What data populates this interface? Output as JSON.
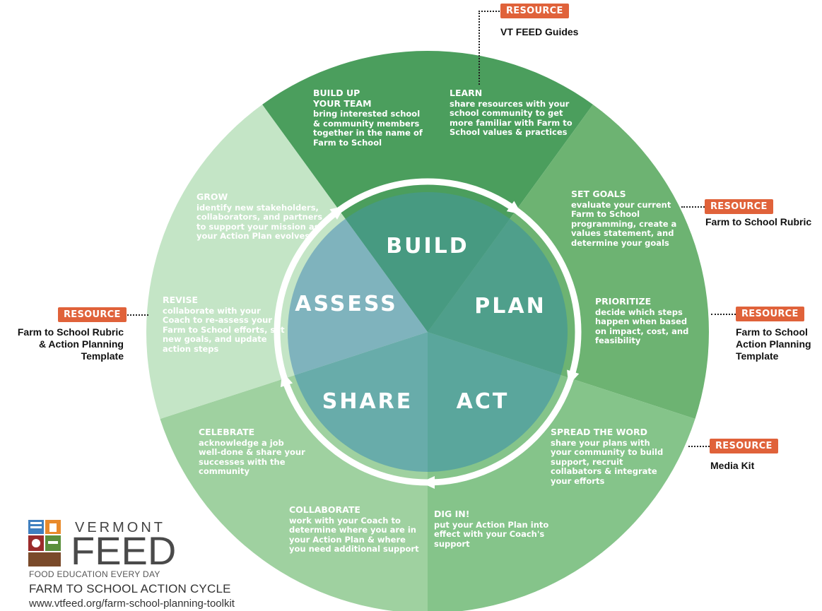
{
  "outer_segments": [
    {
      "heading": "BUILD UP\nYOUR TEAM",
      "body": "bring interested school\n& community members\ntogether in the name of\nFarm to School"
    },
    {
      "heading": "LEARN",
      "body": "share resources with your\nschool community to get\nmore familiar with Farm to\nSchool values & practices"
    },
    {
      "heading": "SET GOALS",
      "body": "evaluate your current\nFarm to School\nprogramming, create a\nvalues statement, and\ndetermine your goals"
    },
    {
      "heading": "PRIORITIZE",
      "body": "decide which steps\nhappen when based\non impact, cost, and\nfeasibility"
    },
    {
      "heading": "SPREAD THE WORD",
      "body": "share your plans with\nyour community to build\nsupport, recruit\ncollabators & integrate\nyour efforts"
    },
    {
      "heading": "DIG IN!",
      "body": "put your Action Plan into\neffect with your Coach's\nsupport"
    },
    {
      "heading": "COLLABORATE",
      "body": "work with your Coach to\ndetermine where you are in\nyour Action Plan & where\nyou need additional support"
    },
    {
      "heading": "CELEBRATE",
      "body": "acknowledge a job\nwell-done & share your\nsuccesses with the\ncommunity"
    },
    {
      "heading": "REVISE",
      "body": "collaborate with your\nCoach to re-assess your\nFarm to School efforts, set\nnew goals, and update\naction steps"
    },
    {
      "heading": "GROW",
      "body": "identify new stakeholders,\ncollaborators, and partners\nto support your mission as\nyour Action Plan evolves"
    }
  ],
  "inner_phases": [
    "BUILD",
    "PLAN",
    "ACT",
    "SHARE",
    "ASSESS"
  ],
  "resources": [
    {
      "badge": "RESOURCE",
      "label": "VT FEED Guides"
    },
    {
      "badge": "RESOURCE",
      "label": "Farm to School Rubric"
    },
    {
      "badge": "RESOURCE",
      "label": "Farm to School\nAction Planning\nTemplate"
    },
    {
      "badge": "RESOURCE",
      "label": "Media Kit"
    },
    {
      "badge": "RESOURCE",
      "label": "Farm to School Rubric\n& Action Planning\nTemplate"
    }
  ],
  "logo": {
    "top": "VERMONT",
    "main": "FEED",
    "tagline": "FOOD EDUCATION EVERY DAY"
  },
  "footer": {
    "title": "FARM TO SCHOOL ACTION CYCLE",
    "url": "www.vtfeed.org/farm-school-planning-toolkit"
  },
  "colors": {
    "outer_build": "#4b9e5d",
    "outer_plan": "#6db372",
    "outer_act": "#85c48a",
    "outer_share": "#9fd1a0",
    "outer_assess": "#c4e5c6",
    "inner_build": "#479a81",
    "inner_plan": "#4f9f8b",
    "inner_act": "#5aa69c",
    "inner_share": "#68acaa",
    "inner_assess": "#7fb3bd",
    "resource_badge": "#e0623a"
  }
}
